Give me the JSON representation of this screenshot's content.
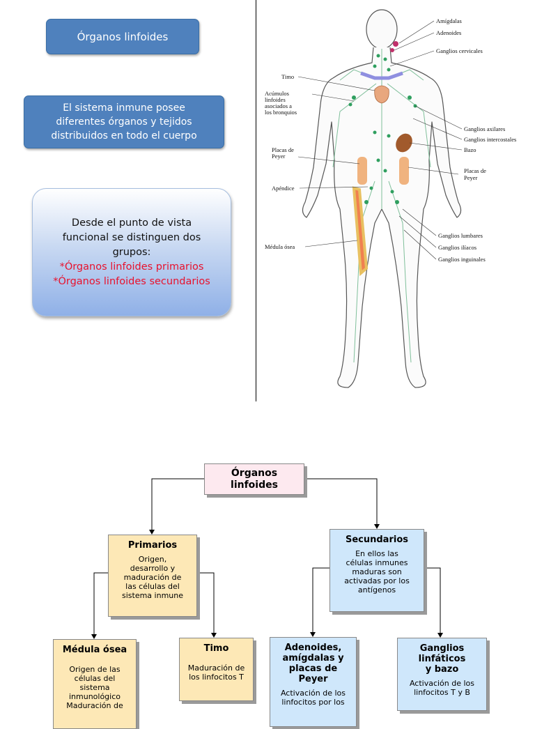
{
  "top": {
    "title_box": "Órganos linfoides",
    "intro_lines": [
      "El sistema inmune posee",
      "diferentes órganos y tejidos",
      "distribuidos en todo el cuerpo"
    ],
    "groups_lines": [
      "Desde el punto de  vista",
      "funcional se distinguen dos",
      "grupos:"
    ],
    "groups_red_lines": [
      "*Órganos linfoides primarios",
      "*Órganos linfoides secundarios"
    ]
  },
  "anatomy": {
    "labels_right": [
      "Amígdalas",
      "Adenoides",
      "Ganglios cervicales",
      "Ganglios axilares",
      "Ganglios intercostales",
      "Bazo",
      "Placas de",
      "Peyer",
      "Ganglios lumbares",
      "Ganglios ilíacos",
      "Ganglios inguinales"
    ],
    "labels_left": [
      "Timo",
      "Acúmulos",
      "linfoides",
      "asociados a",
      "los bronquios",
      "Placas de",
      "Peyer",
      "Apéndice",
      "Médula ósea"
    ]
  },
  "flowchart": {
    "root": [
      "Órganos",
      "linfoides"
    ],
    "primarios": {
      "title": "Primarios",
      "desc_lines": [
        "Origen,",
        "desarrollo y",
        "maduración de",
        "las células del",
        "sistema inmune"
      ]
    },
    "secundarios": {
      "title": "Secundarios",
      "desc_lines": [
        "En ellos las",
        "células inmunes",
        "maduras son",
        "activadas por los",
        "antígenos"
      ]
    },
    "medula": {
      "title": "Médula ósea",
      "desc_lines": [
        "Origen de las",
        "células del",
        "sistema",
        "inmunológico",
        "Maduración de"
      ]
    },
    "timo": {
      "title": "Timo",
      "desc_lines": [
        "Maduración de",
        "los linfocitos T"
      ]
    },
    "adenoides": {
      "title_lines": [
        "Adenoides,",
        "amígdalas y",
        "placas de",
        "Peyer"
      ],
      "desc_lines": [
        "Activación de los",
        "linfocitos por los"
      ]
    },
    "ganglios": {
      "title_lines": [
        "Ganglios",
        "linfáticos",
        "y bazo"
      ],
      "desc_lines": [
        "Activación de los",
        "linfocitos T y B"
      ]
    }
  },
  "colors": {
    "blue_box": "#4f81bd",
    "red_text": "#e8112d",
    "yellow_box": "#fde8b6",
    "light_blue_box": "#cfe7fb",
    "pink_box": "#fde9ef"
  }
}
